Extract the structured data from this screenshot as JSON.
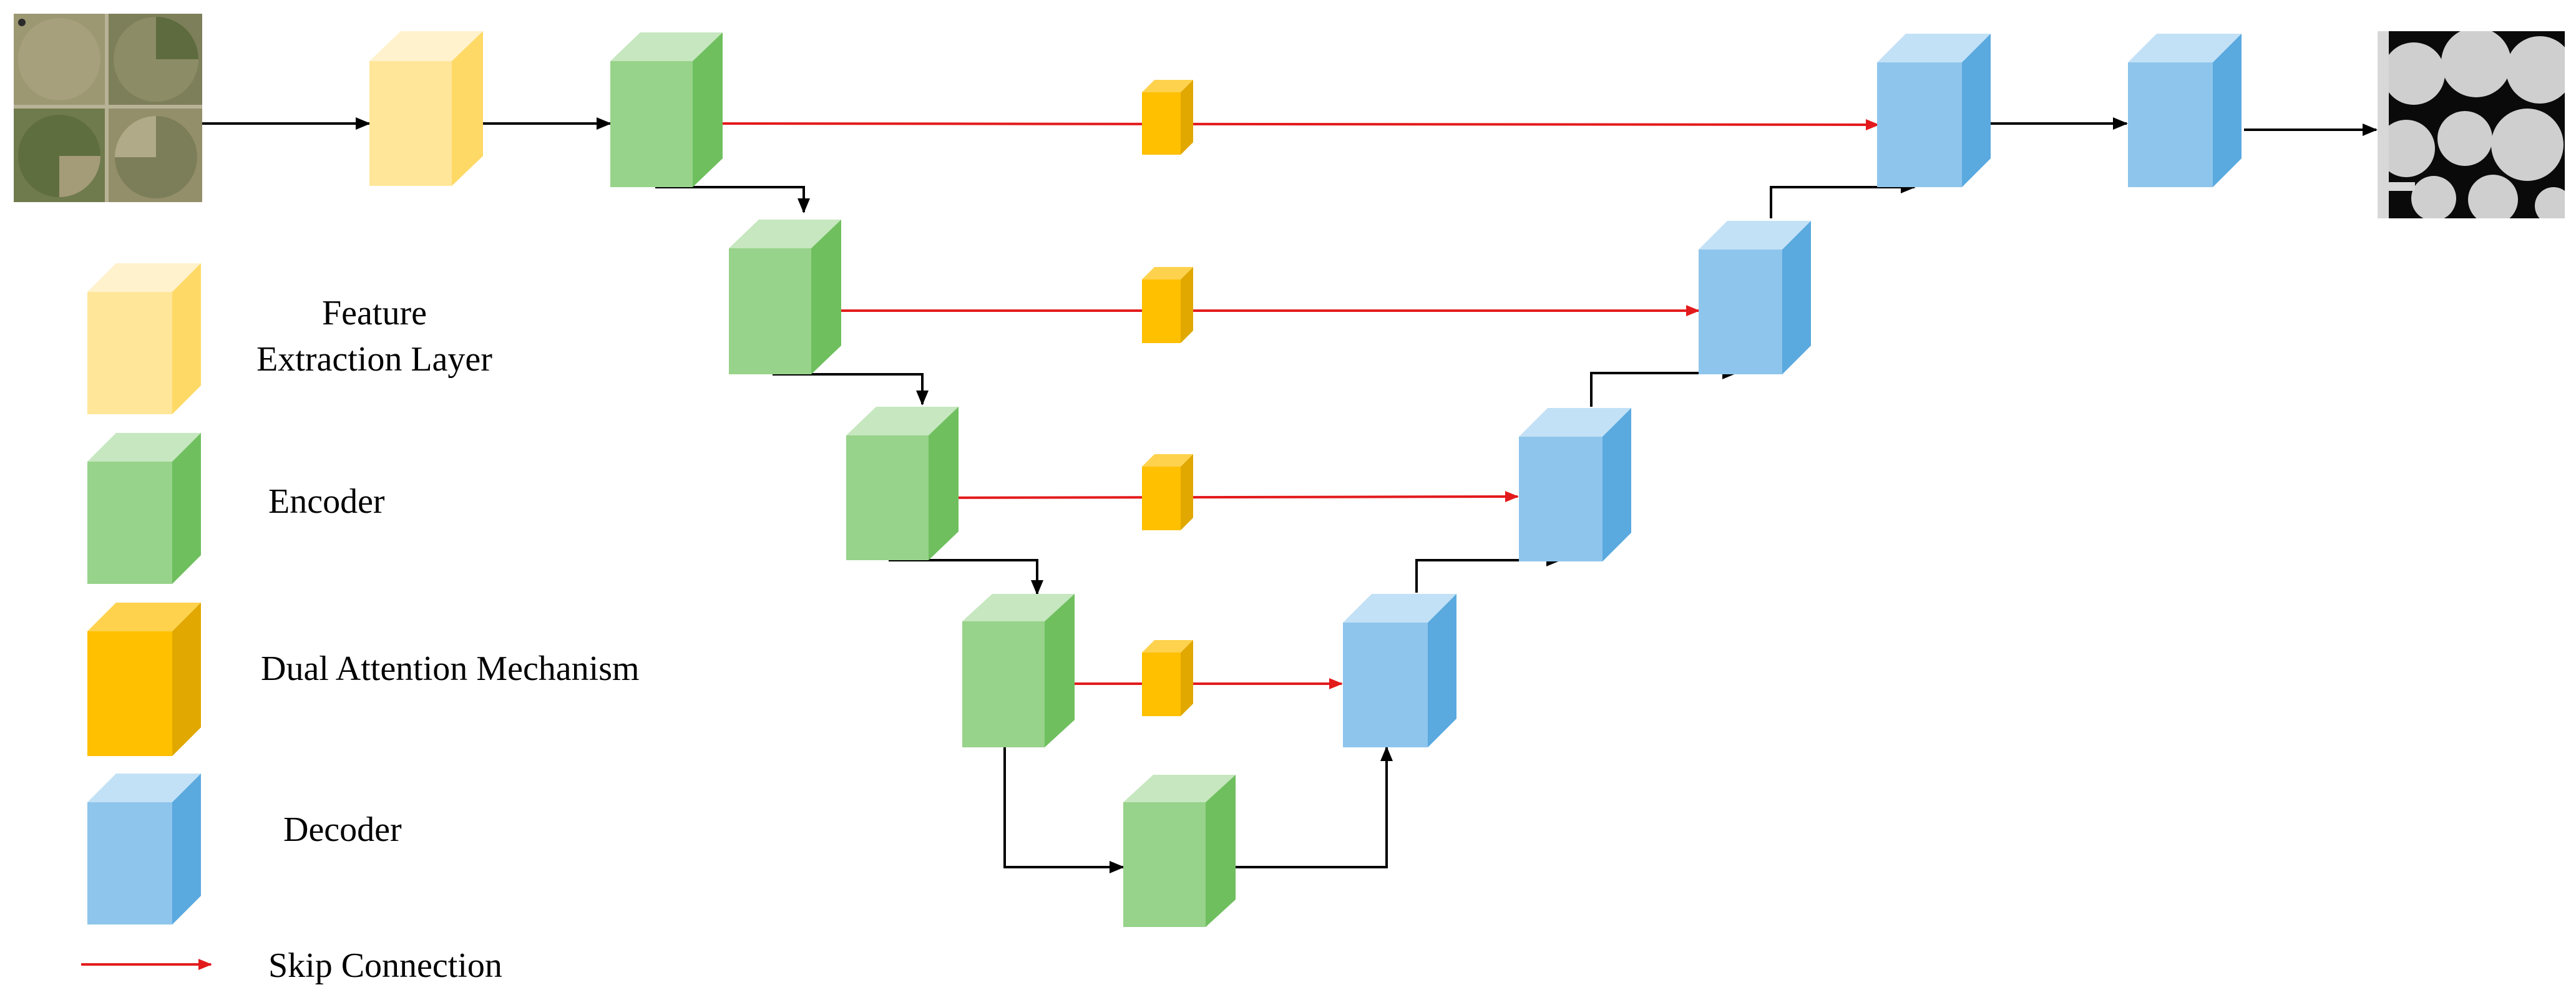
{
  "colors": {
    "feature": {
      "front": "#FFE699",
      "top": "#FFF2CC",
      "side": "#FFD966"
    },
    "encoder": {
      "front": "#97D38A",
      "top": "#C6E7BF",
      "side": "#6FBF5E"
    },
    "attention": {
      "front": "#FFC000",
      "top": "#FFD24D",
      "side": "#E0A800"
    },
    "decoder": {
      "front": "#8EC5EC",
      "top": "#C3E1F6",
      "side": "#5AA9DF"
    },
    "flow_arrow": "#000000",
    "skip_arrow": "#E31A1C"
  },
  "legend": {
    "feature_label_line1": "Feature",
    "feature_label_line2": "Extraction Layer",
    "encoder_label": "Encoder",
    "attention_label": "Dual Attention Mechanism",
    "decoder_label": "Decoder",
    "skip_label": "Skip Connection"
  },
  "images": {
    "input": "satellite-image-icon",
    "output": "segmentation-mask-icon"
  }
}
